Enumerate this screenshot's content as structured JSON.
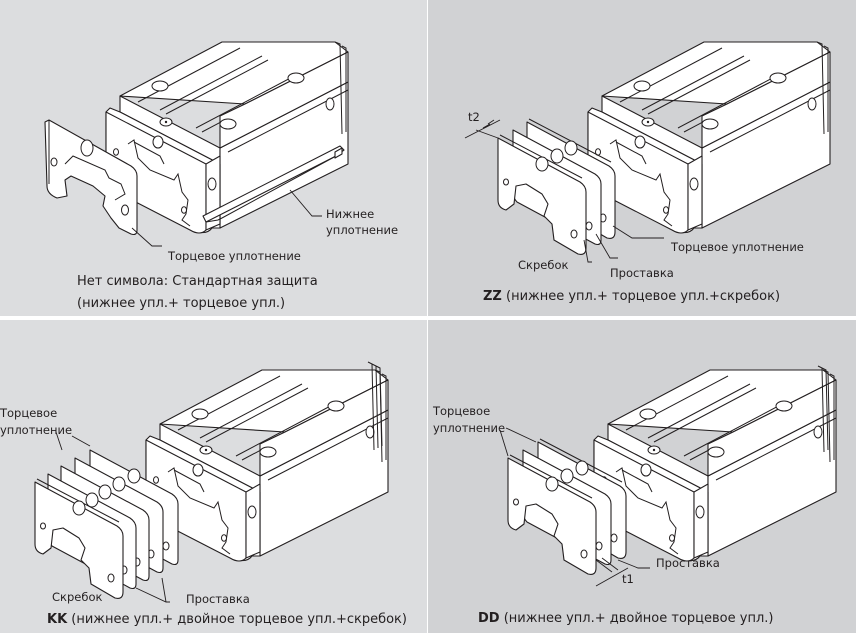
{
  "panels": [
    {
      "id": "standard",
      "labels": {
        "end_seal": "Торцевое уплотнение",
        "bottom_seal_line1": "Нижнее",
        "bottom_seal_line2": "уплотнение"
      },
      "caption_line1": "Нет символа: Стандартная защита",
      "caption_line2": "(нижнее упл.+ торцевое упл.)"
    },
    {
      "id": "zz",
      "labels": {
        "dimension": "t2",
        "end_seal": "Торцевое уплотнение",
        "scraper": "Скребок",
        "spacer": "Проставка"
      },
      "code": "ZZ",
      "caption": " (нижнее упл.+ торцевое упл.+скребок)"
    },
    {
      "id": "kk",
      "labels": {
        "end_seal_line1": "Торцевое",
        "end_seal_line2": "уплотнение",
        "scraper": "Скребок",
        "spacer": "Проставка"
      },
      "code": "KK",
      "caption": " (нижнее упл.+ двойное торцевое упл.+скребок)"
    },
    {
      "id": "dd",
      "labels": {
        "end_seal_line1": "Торцевое",
        "end_seal_line2": "уплотнение",
        "spacer": "Проставка",
        "dimension": "t1"
      },
      "code": "DD",
      "caption": " (нижнее упл.+ двойное торцевое упл.)"
    }
  ],
  "colors": {
    "panel_light": "#dcdddf",
    "panel_dark": "#d1d2d4",
    "line": "#231f20",
    "gutter": "#ffffff"
  }
}
